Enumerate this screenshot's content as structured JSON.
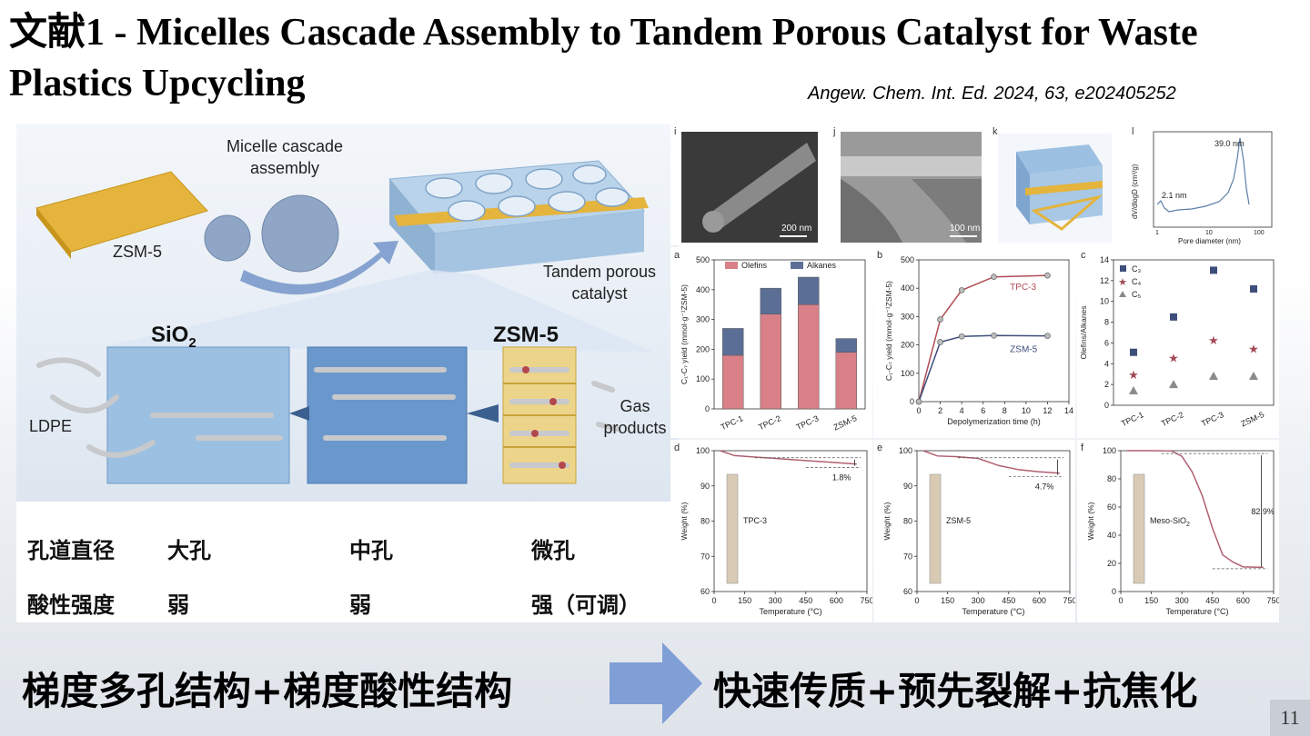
{
  "slide": {
    "title": "文献1 - Micelles Cascade Assembly to Tandem Porous Catalyst for Waste Plastics Upcycling",
    "citation": "Angew. Chem. Int. Ed. 2024, 63, e202405252",
    "page_number": "11"
  },
  "left_figure": {
    "micelle_label": "Micelle cascade assembly",
    "zsm5_label": "ZSM-5",
    "tandem_label": "Tandem porous catalyst",
    "sio2_label": "SiO",
    "sio2_sub": "2",
    "zsm5_bold": "ZSM-5",
    "ldpe_label": "LDPE",
    "gas_label": "Gas products",
    "table": {
      "row1": [
        "孔道直径",
        "大孔",
        "中孔",
        "微孔"
      ],
      "row2": [
        "酸性强度",
        "弱",
        "弱",
        "强（可调）"
      ]
    }
  },
  "panels": {
    "i": {
      "letter": "i",
      "scale": "200 nm"
    },
    "j": {
      "letter": "j",
      "scale": "100 nm"
    },
    "k": {
      "letter": "k"
    },
    "l": {
      "letter": "l",
      "ylabel": "dV/dlogD (cm³/g)",
      "xlabel": "Pore diameter (nm)",
      "peak1": "39.0 nm",
      "peak2": "2.1 nm",
      "ticks": [
        "1",
        "10",
        "100"
      ]
    }
  },
  "chart_data": [
    {
      "id": "a",
      "type": "bar",
      "letter": "a",
      "categories": [
        "TPC-1",
        "TPC-2",
        "TPC-3",
        "ZSM-5"
      ],
      "series": [
        {
          "name": "Olefins",
          "values": [
            180,
            318,
            350,
            190
          ],
          "color": "#d98088"
        },
        {
          "name": "Alkanes",
          "values": [
            90,
            87,
            92,
            46
          ],
          "color": "#5b6f96"
        }
      ],
      "ylabel": "C₁-C₇ yield (mmol·g⁻¹ZSM-5)",
      "ylim": [
        0,
        500
      ],
      "yticks": [
        "0",
        "100",
        "200",
        "300",
        "400",
        "500"
      ]
    },
    {
      "id": "b",
      "type": "line",
      "letter": "b",
      "series": [
        {
          "name": "TPC-3",
          "x": [
            0,
            2,
            4,
            7,
            12
          ],
          "y": [
            0,
            290,
            393,
            440,
            445
          ],
          "color": "#b14c55"
        },
        {
          "name": "ZSM-5",
          "x": [
            0,
            2,
            4,
            7,
            12
          ],
          "y": [
            0,
            210,
            230,
            233,
            232
          ],
          "color": "#3d4e7a"
        }
      ],
      "xlabel": "Depolymerization time (h)",
      "ylabel": "C₁-C₇ yield (mmol·g⁻¹ZSM-5)",
      "xlim": [
        0,
        14
      ],
      "ylim": [
        0,
        500
      ],
      "xticks": [
        "0",
        "2",
        "4",
        "6",
        "8",
        "10",
        "12",
        "14"
      ],
      "yticks": [
        "0",
        "100",
        "200",
        "300",
        "400",
        "500"
      ]
    },
    {
      "id": "c",
      "type": "scatter",
      "letter": "c",
      "categories": [
        "TPC-1",
        "TPC-2",
        "TPC-3",
        "ZSM-5"
      ],
      "series": [
        {
          "name": "C₃",
          "values": [
            5.1,
            8.5,
            13.0,
            11.2
          ],
          "color": "#3d4e7a"
        },
        {
          "name": "C₄",
          "values": [
            2.9,
            4.5,
            6.2,
            5.4
          ],
          "color": "#a14a55"
        },
        {
          "name": "C₅",
          "values": [
            1.4,
            2.0,
            2.8,
            2.8
          ],
          "color": "#8a8a8a"
        }
      ],
      "ylabel": "Olefins/Alkanes",
      "ylim": [
        0,
        14
      ],
      "yticks": [
        "0",
        "2",
        "4",
        "6",
        "8",
        "10",
        "12",
        "14"
      ]
    },
    {
      "id": "d",
      "type": "line",
      "letter": "d",
      "label": "TPC-3",
      "loss": "1.8%",
      "x": [
        30,
        100,
        200,
        300,
        400,
        500,
        600,
        700
      ],
      "y": [
        100,
        98.6,
        98.2,
        97.8,
        97.4,
        97.0,
        96.6,
        96.2
      ],
      "xlabel": "Temperature (°C)",
      "ylabel": "Weight (%)",
      "xlim": [
        0,
        750
      ],
      "ylim": [
        60,
        100
      ],
      "xticks": [
        "0",
        "150",
        "300",
        "450",
        "600",
        "750"
      ],
      "yticks": [
        "60",
        "70",
        "80",
        "90",
        "100"
      ]
    },
    {
      "id": "e",
      "type": "line",
      "letter": "e",
      "label": "ZSM-5",
      "loss": "4.7%",
      "x": [
        30,
        100,
        200,
        300,
        400,
        500,
        600,
        700
      ],
      "y": [
        100,
        98.5,
        98.3,
        97.8,
        95.8,
        94.6,
        94.0,
        93.6
      ],
      "xlabel": "Temperature (°C)",
      "ylabel": "Weight (%)",
      "xlim": [
        0,
        750
      ],
      "ylim": [
        60,
        100
      ],
      "xticks": [
        "0",
        "150",
        "300",
        "450",
        "600",
        "750"
      ],
      "yticks": [
        "60",
        "70",
        "80",
        "90",
        "100"
      ]
    },
    {
      "id": "f",
      "type": "line",
      "letter": "f",
      "label": "Meso-SiO",
      "label_sub": "2",
      "loss": "82.9%",
      "x": [
        30,
        150,
        250,
        300,
        350,
        400,
        450,
        500,
        550,
        600,
        700
      ],
      "y": [
        100,
        100,
        99.8,
        96,
        85,
        68,
        45,
        26,
        21,
        17.5,
        17.2
      ],
      "xlabel": "Temperature (°C)",
      "ylabel": "Weight (%)",
      "xlim": [
        0,
        750
      ],
      "ylim": [
        0,
        100
      ],
      "xticks": [
        "0",
        "150",
        "300",
        "450",
        "600",
        "750"
      ],
      "yticks": [
        "0",
        "20",
        "40",
        "60",
        "80",
        "100"
      ]
    }
  ],
  "banner": {
    "left": "梯度多孔结构+梯度酸性结构",
    "right": "快速传质+预先裂解+抗焦化"
  }
}
